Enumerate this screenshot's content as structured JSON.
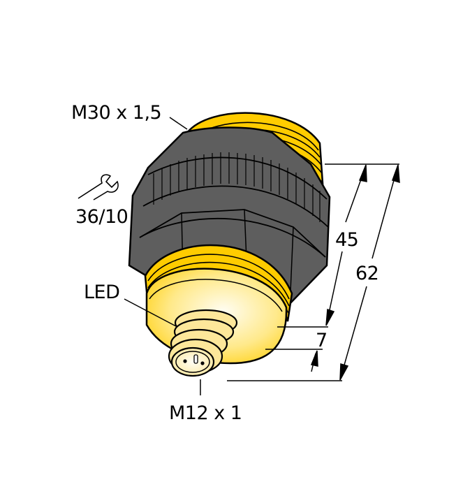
{
  "drawing": {
    "colors": {
      "thread_yellow": "#ffcc00",
      "housing_dark": "#5e5e5e",
      "face_light": "#fff6cc",
      "outline": "#000000",
      "background": "#ffffff"
    },
    "labels": {
      "thread": "M30 x 1,5",
      "wrench_size": "36/10",
      "led": "LED",
      "connector": "M12 x 1"
    },
    "dimensions": {
      "body_length": "45",
      "total_length": "62",
      "connector_offset": "7"
    },
    "icons": [
      "wrench-icon"
    ]
  }
}
